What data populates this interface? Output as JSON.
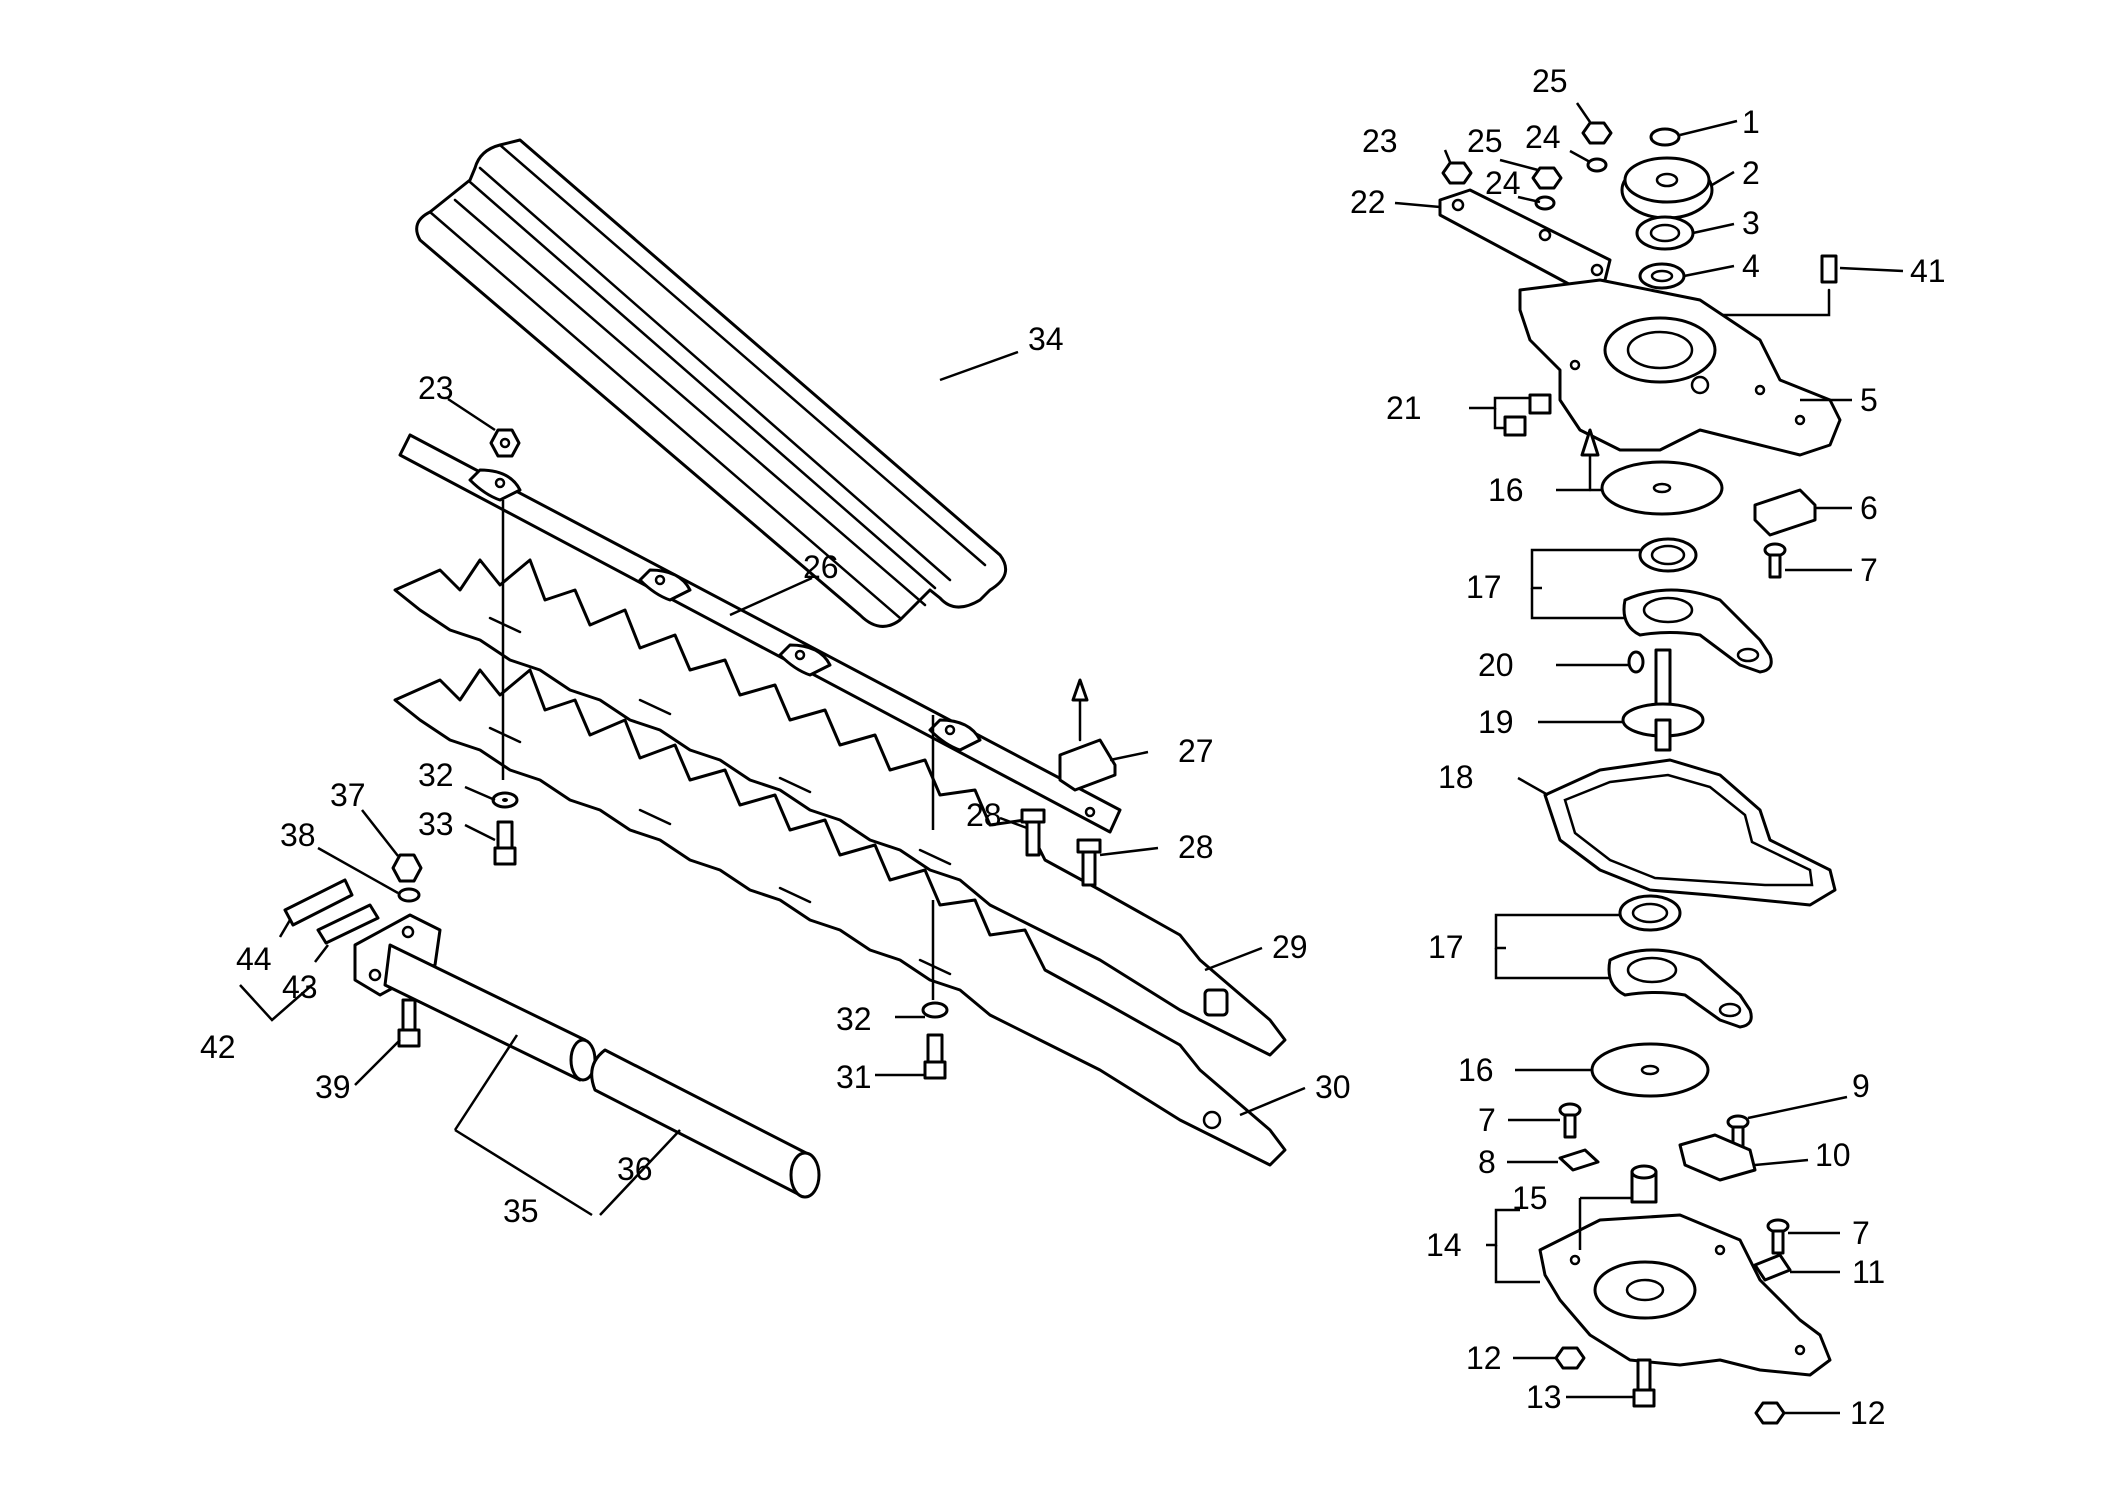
{
  "callouts": {
    "c1": "1",
    "c2": "2",
    "c3": "3",
    "c4": "4",
    "c5": "5",
    "c6": "6",
    "c7a": "7",
    "c7b": "7",
    "c7c": "7",
    "c8": "8",
    "c9": "9",
    "c10": "10",
    "c11": "11",
    "c12a": "12",
    "c12b": "12",
    "c13": "13",
    "c14": "14",
    "c15": "15",
    "c16a": "16",
    "c16b": "16",
    "c17a": "17",
    "c17b": "17",
    "c18": "18",
    "c19": "19",
    "c20": "20",
    "c21": "21",
    "c22": "22",
    "c23a": "23",
    "c23b": "23",
    "c24a": "24",
    "c24b": "24",
    "c25a": "25",
    "c25b": "25",
    "c26": "26",
    "c27": "27",
    "c28a": "28",
    "c28b": "28",
    "c29": "29",
    "c30": "30",
    "c31": "31",
    "c32a": "32",
    "c32b": "32",
    "c33": "33",
    "c34": "34",
    "c35": "35",
    "c36": "36",
    "c37": "37",
    "c38": "38",
    "c39": "39",
    "c41": "41",
    "c42": "42",
    "c43": "43",
    "c44": "44"
  }
}
